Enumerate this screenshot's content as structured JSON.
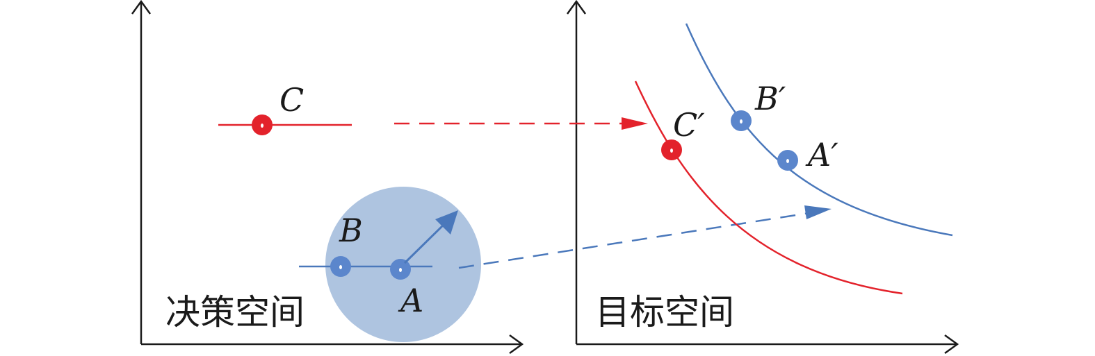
{
  "labels": {
    "decision_space": "决策空间",
    "objective_space": "目标空间",
    "point_c": "C",
    "point_b": "B",
    "point_a": "A",
    "point_c_prime": "C′",
    "point_b_prime": "B′",
    "point_a_prime": "A′"
  },
  "colors": {
    "axis": "#1a1a1a",
    "red": "#e3222b",
    "blue": "#4a78bb",
    "blue_point": "#5b86cc",
    "neighborhood": "#aec4e0"
  }
}
